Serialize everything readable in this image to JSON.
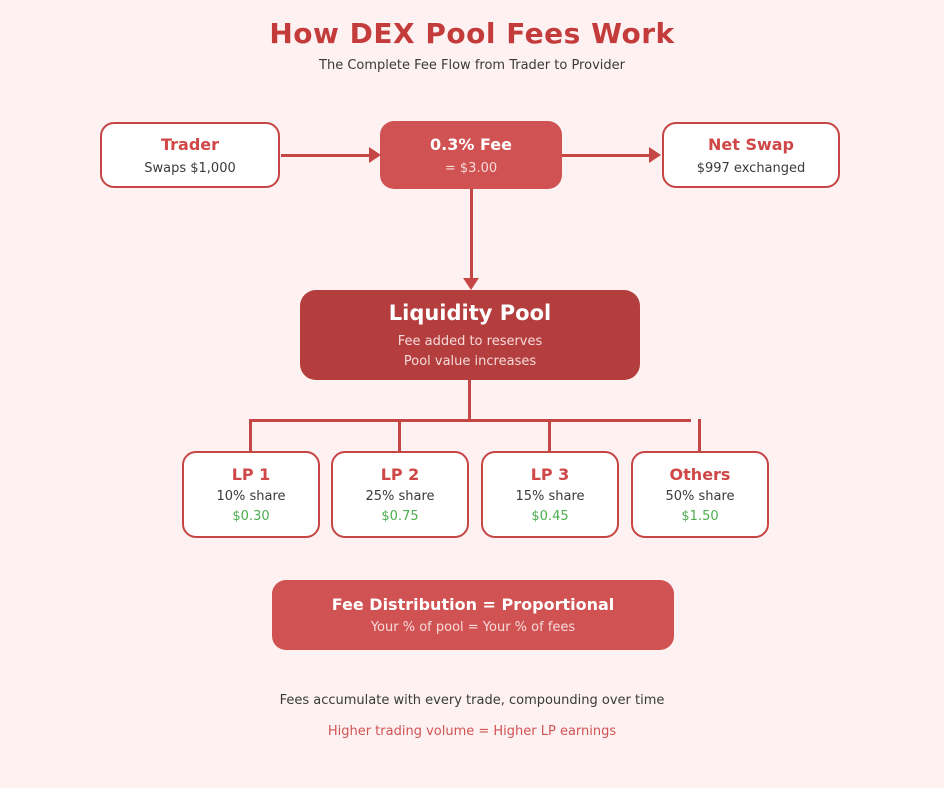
{
  "page": {
    "title": "How DEX Pool Fees Work",
    "subtitle": "The Complete Fee Flow from Trader to Provider"
  },
  "flow": {
    "trader": {
      "title": "Trader",
      "subtitle": "Swaps $1,000"
    },
    "fee": {
      "title": "0.3% Fee",
      "subtitle": "= $3.00"
    },
    "net_swap": {
      "title": "Net Swap",
      "subtitle": "$997 exchanged"
    },
    "pool": {
      "title": "Liquidity Pool",
      "line1": "Fee added to reserves",
      "line2": "Pool value increases"
    }
  },
  "providers": [
    {
      "name": "LP 1",
      "share": "10% share",
      "amount": "$0.30"
    },
    {
      "name": "LP 2",
      "share": "25% share",
      "amount": "$0.75"
    },
    {
      "name": "LP 3",
      "share": "15% share",
      "amount": "$0.45"
    },
    {
      "name": "Others",
      "share": "50% share",
      "amount": "$1.50"
    }
  ],
  "distribution": {
    "title": "Fee Distribution = Proportional",
    "subtitle": "Your % of pool = Your % of fees"
  },
  "footer": {
    "line1": "Fees accumulate with every trade, compounding over time",
    "line2": "Higher trading volume = Higher LP earnings"
  },
  "colors": {
    "background": "#fdf1f1",
    "accent_red": "#c64545",
    "title_red": "#c43b3b",
    "box_fill_red": "#d15252",
    "pool_fill_dark_red": "#b43e3e",
    "amount_green": "#4cae4f",
    "text_dark": "#3a3a3a",
    "text_light_pink": "#f6dada"
  }
}
